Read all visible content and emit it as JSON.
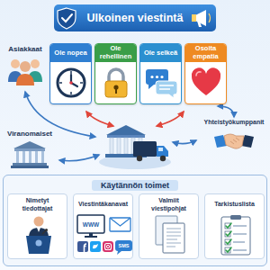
{
  "diagram": {
    "title": "Ulkoinen viestintä",
    "nodes": [
      {
        "text": [
          "Asiakkaat"
        ]
      },
      {
        "text": [
          "Ole nopea"
        ]
      },
      {
        "text": [
          "Ole rehellinen"
        ]
      },
      {
        "text": [
          "Ole selkeä"
        ]
      },
      {
        "text": [
          "Osoita empatia"
        ]
      },
      {
        "text": [
          "Yhteistyökumppanit"
        ]
      },
      {
        "text": [
          "Viranomaiset"
        ]
      },
      {
        "text": [
          "Käytännön toimet"
        ]
      },
      {
        "text": [
          "Nimetyt tiedottajat"
        ],
        "in": 7
      },
      {
        "text": [
          "Viestintäkanavat"
        ],
        "in": 7
      },
      {
        "text": [
          "Valmiit viestipohjat"
        ],
        "in": 7
      },
      {
        "text": [
          "Tarkistuslista"
        ],
        "in": 7
      }
    ],
    "edges": [
      {
        "from": 4,
        "to": 5,
        "arrow": "both"
      }
    ],
    "labels": [
      "WWW",
      "SMS"
    ]
  }
}
